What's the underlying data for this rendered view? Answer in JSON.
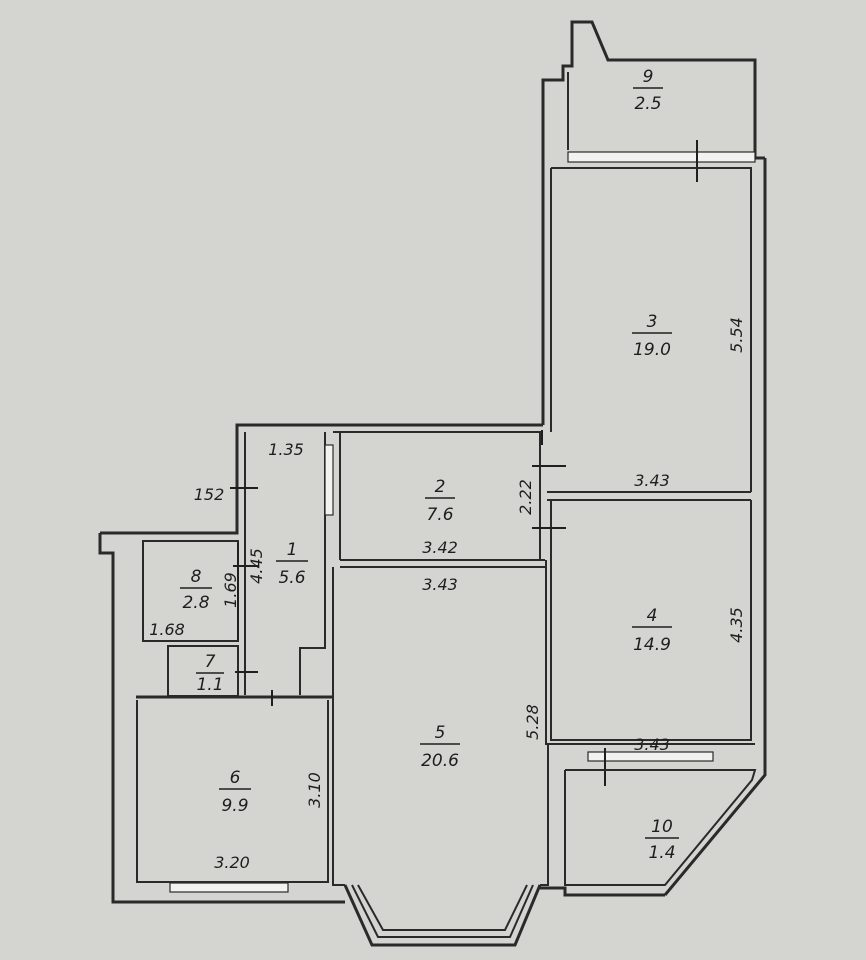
{
  "rooms": [
    {
      "id": "1",
      "number": "1",
      "area": "5.6"
    },
    {
      "id": "2",
      "number": "2",
      "area": "7.6"
    },
    {
      "id": "3",
      "number": "3",
      "area": "19.0"
    },
    {
      "id": "4",
      "number": "4",
      "area": "14.9"
    },
    {
      "id": "5",
      "number": "5",
      "area": "20.6"
    },
    {
      "id": "6",
      "number": "6",
      "area": "9.9"
    },
    {
      "id": "7",
      "number": "7",
      "area": "1.1"
    },
    {
      "id": "8",
      "number": "8",
      "area": "2.8"
    },
    {
      "id": "9",
      "number": "9",
      "area": "2.5"
    },
    {
      "id": "10",
      "number": "10",
      "area": "1.4"
    }
  ],
  "dimensions": {
    "d_1_35": "1.35",
    "d_152": "152",
    "d_4_45": "4.45",
    "d_1_69": "1.69",
    "d_1_68": "1.68",
    "d_2_22": "2.22",
    "d_3_42": "3.42",
    "d_3_43_hall": "3.43",
    "d_3_43_room3": "3.43",
    "d_3_43_room4": "3.43",
    "d_5_54": "5.54",
    "d_4_35": "4.35",
    "d_5_28": "5.28",
    "d_3_10": "3.10",
    "d_3_20": "3.20"
  }
}
